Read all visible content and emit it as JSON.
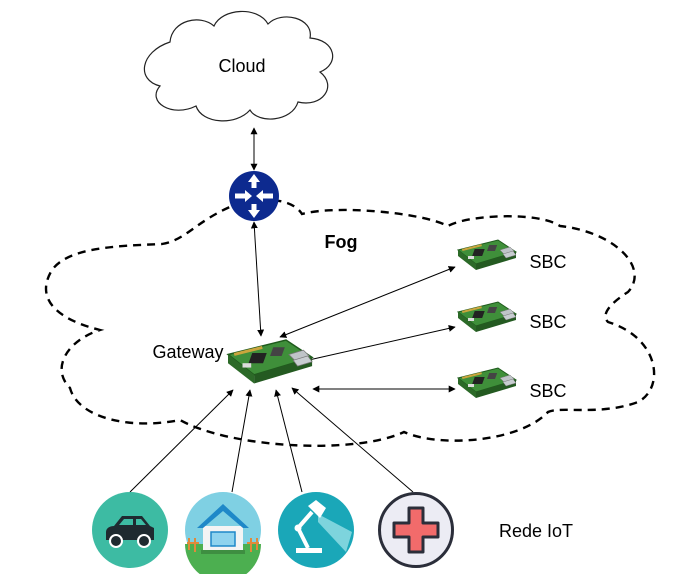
{
  "labels": {
    "cloud": "Cloud",
    "fog": "Fog",
    "gateway": "Gateway",
    "sbc_1": "SBC",
    "sbc_2": "SBC",
    "sbc_3": "SBC",
    "iot_network": "Rede IoT"
  },
  "icons": {
    "router": "router-icon",
    "sbc_board": "raspberry-pi-board-icon",
    "devices": [
      "car-icon",
      "house-icon",
      "desk-lamp-icon",
      "medical-cross-icon"
    ]
  },
  "colors": {
    "router": "#0d2a8f",
    "teal": "#3dbba3",
    "house_bg": "#7fd0e3",
    "lamp_bg": "#1aa7b8",
    "medical_bg": "#ececf4",
    "medical_cross": "#f26b6b",
    "board": "#3f8f3a"
  }
}
